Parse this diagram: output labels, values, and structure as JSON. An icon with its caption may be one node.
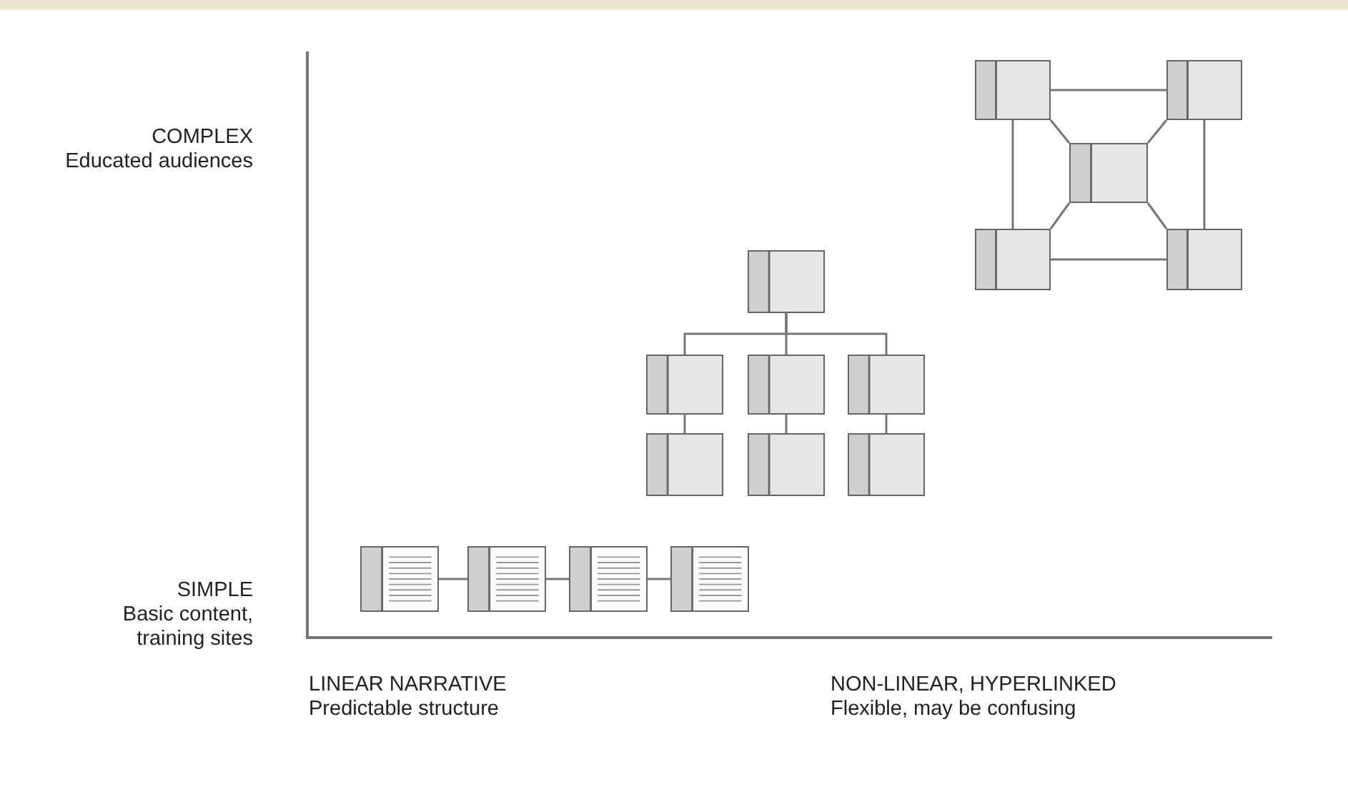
{
  "diagram": {
    "nodes": [
      {
        "text": [],
        "shape": "page"
      },
      {
        "text": [],
        "shape": "page"
      },
      {
        "text": [],
        "shape": "page"
      },
      {
        "text": [],
        "shape": "page"
      },
      {
        "text": [],
        "shape": "page"
      },
      {
        "text": [],
        "shape": "page"
      },
      {
        "text": [],
        "shape": "page"
      },
      {
        "text": [],
        "shape": "page"
      },
      {
        "text": [],
        "shape": "page"
      },
      {
        "text": [],
        "shape": "page"
      },
      {
        "text": [],
        "shape": "page"
      },
      {
        "text": [],
        "shape": "page"
      },
      {
        "text": [],
        "shape": "page"
      },
      {
        "text": [],
        "shape": "page"
      },
      {
        "text": [],
        "shape": "page"
      },
      {
        "text": [],
        "shape": "page"
      }
    ],
    "edges": [
      {
        "from": 0,
        "to": 1,
        "arrow": "none"
      },
      {
        "from": 1,
        "to": 2,
        "arrow": "none"
      },
      {
        "from": 2,
        "to": 3,
        "arrow": "none"
      },
      {
        "from": 4,
        "to": 5,
        "arrow": "none"
      },
      {
        "from": 4,
        "to": 6,
        "arrow": "none"
      },
      {
        "from": 4,
        "to": 7,
        "arrow": "none"
      },
      {
        "from": 5,
        "to": 8,
        "arrow": "none"
      },
      {
        "from": 6,
        "to": 9,
        "arrow": "none"
      },
      {
        "from": 7,
        "to": 10,
        "arrow": "none"
      },
      {
        "from": 11,
        "to": 12,
        "arrow": "none"
      },
      {
        "from": 11,
        "to": 14,
        "arrow": "none"
      },
      {
        "from": 12,
        "to": 15,
        "arrow": "none"
      },
      {
        "from": 14,
        "to": 15,
        "arrow": "none"
      },
      {
        "from": 11,
        "to": 13,
        "arrow": "none"
      },
      {
        "from": 12,
        "to": 13,
        "arrow": "none"
      },
      {
        "from": 14,
        "to": 13,
        "arrow": "none"
      },
      {
        "from": 15,
        "to": 13,
        "arrow": "none"
      }
    ],
    "labels": [
      "COMPLEX",
      "Educated audiences",
      "SIMPLE",
      "Basic content, training sites",
      "LINEAR NARRATIVE",
      "Predictable structure",
      "NON-LINEAR, HYPERLINKED",
      "Flexible, may be confusing"
    ]
  }
}
